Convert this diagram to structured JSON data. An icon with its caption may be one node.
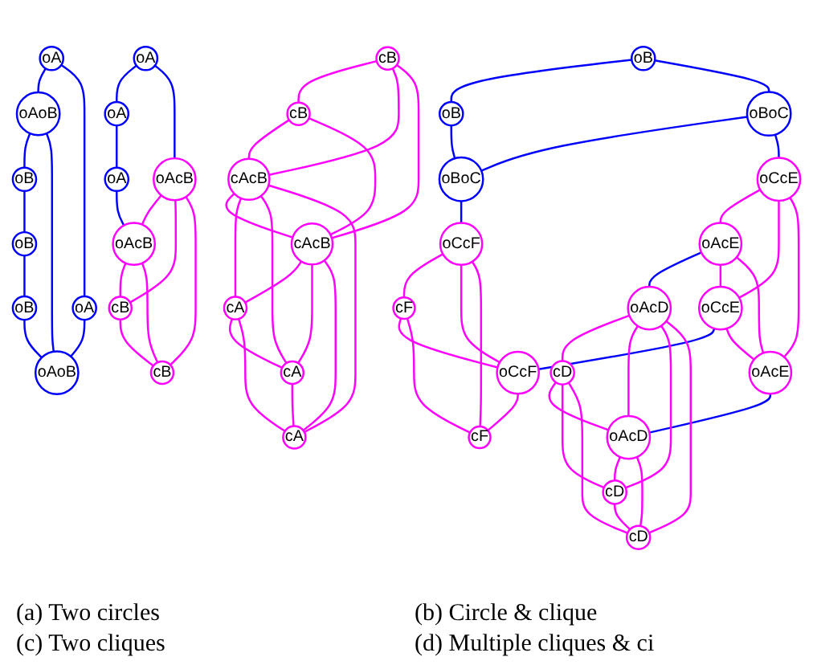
{
  "diagram": {
    "nodes": [
      {
        "text": [
          "oA"
        ]
      },
      {
        "text": [
          "oAoB"
        ]
      },
      {
        "text": [
          "oA"
        ]
      },
      {
        "text": [
          "oB"
        ]
      },
      {
        "text": [
          "oAoB"
        ]
      },
      {
        "text": [
          "oB"
        ]
      },
      {
        "text": [
          "oB"
        ]
      },
      {
        "text": [
          "oA"
        ]
      },
      {
        "text": [
          "oA"
        ]
      },
      {
        "text": [
          "oA"
        ]
      },
      {
        "text": [
          "oAcB"
        ]
      },
      {
        "text": [
          "oAcB"
        ]
      },
      {
        "text": [
          "cB"
        ]
      },
      {
        "text": [
          "cB"
        ]
      },
      {
        "text": [
          "cB"
        ]
      },
      {
        "text": [
          "cB"
        ]
      },
      {
        "text": [
          "cAcB"
        ]
      },
      {
        "text": [
          "cAcB"
        ]
      },
      {
        "text": [
          "cA"
        ]
      },
      {
        "text": [
          "cA"
        ]
      },
      {
        "text": [
          "cA"
        ]
      },
      {
        "text": [
          "oB"
        ]
      },
      {
        "text": [
          "oB"
        ]
      },
      {
        "text": [
          "oBoC"
        ]
      },
      {
        "text": [
          "oBoC"
        ]
      },
      {
        "text": [
          "oCcF"
        ]
      },
      {
        "text": [
          "oCcE"
        ]
      },
      {
        "text": [
          "cF"
        ]
      },
      {
        "text": [
          "oAcE"
        ]
      },
      {
        "text": [
          "oCcE"
        ]
      },
      {
        "text": [
          "oCcF"
        ]
      },
      {
        "text": [
          "cF"
        ]
      },
      {
        "text": [
          "oAcD"
        ]
      },
      {
        "text": [
          "cD"
        ]
      },
      {
        "text": [
          "oAcE"
        ]
      },
      {
        "text": [
          "oAcD"
        ]
      },
      {
        "text": [
          "cD"
        ]
      },
      {
        "text": [
          "cD"
        ]
      }
    ],
    "edges": [
      {
        "from": 0,
        "to": 1,
        "arrow": "none",
        "color": "#0000ff"
      },
      {
        "from": 0,
        "to": 2,
        "arrow": "none",
        "color": "#0000ff"
      },
      {
        "from": 1,
        "to": 3,
        "arrow": "none",
        "color": "#0000ff"
      },
      {
        "from": 1,
        "to": 4,
        "arrow": "none",
        "color": "#0000ff"
      },
      {
        "from": 2,
        "to": 4,
        "arrow": "none",
        "color": "#0000ff"
      },
      {
        "from": 3,
        "to": 5,
        "arrow": "none",
        "color": "#0000ff"
      },
      {
        "from": 5,
        "to": 6,
        "arrow": "none",
        "color": "#0000ff"
      },
      {
        "from": 6,
        "to": 4,
        "arrow": "none",
        "color": "#0000ff"
      },
      {
        "from": 7,
        "to": 8,
        "arrow": "none",
        "color": "#0000ff"
      },
      {
        "from": 8,
        "to": 9,
        "arrow": "none",
        "color": "#0000ff"
      },
      {
        "from": 7,
        "to": 10,
        "arrow": "none",
        "color": "#0000ff"
      },
      {
        "from": 9,
        "to": 11,
        "arrow": "none",
        "color": "#0000ff"
      },
      {
        "from": 10,
        "to": 11,
        "arrow": "none"
      },
      {
        "from": 10,
        "to": 12,
        "arrow": "none"
      },
      {
        "from": 10,
        "to": 13,
        "arrow": "none"
      },
      {
        "from": 11,
        "to": 12,
        "arrow": "none"
      },
      {
        "from": 11,
        "to": 13,
        "arrow": "none"
      },
      {
        "from": 12,
        "to": 13,
        "arrow": "none"
      },
      {
        "from": 14,
        "to": 15,
        "arrow": "none"
      },
      {
        "from": 14,
        "to": 16,
        "arrow": "none"
      },
      {
        "from": 14,
        "to": 17,
        "arrow": "none"
      },
      {
        "from": 15,
        "to": 16,
        "arrow": "none"
      },
      {
        "from": 15,
        "to": 17,
        "arrow": "none"
      },
      {
        "from": 16,
        "to": 17,
        "arrow": "none"
      },
      {
        "from": 16,
        "to": 18,
        "arrow": "none"
      },
      {
        "from": 16,
        "to": 19,
        "arrow": "none"
      },
      {
        "from": 16,
        "to": 20,
        "arrow": "none"
      },
      {
        "from": 17,
        "to": 18,
        "arrow": "none"
      },
      {
        "from": 17,
        "to": 19,
        "arrow": "none"
      },
      {
        "from": 17,
        "to": 20,
        "arrow": "none"
      },
      {
        "from": 18,
        "to": 19,
        "arrow": "none"
      },
      {
        "from": 18,
        "to": 20,
        "arrow": "none"
      },
      {
        "from": 19,
        "to": 20,
        "arrow": "none"
      },
      {
        "from": 21,
        "to": 22,
        "arrow": "none",
        "color": "#0000ff"
      },
      {
        "from": 21,
        "to": 23,
        "arrow": "none",
        "color": "#0000ff"
      },
      {
        "from": 22,
        "to": 24,
        "arrow": "none",
        "color": "#0000ff"
      },
      {
        "from": 23,
        "to": 24,
        "arrow": "none",
        "color": "#0000ff"
      },
      {
        "from": 23,
        "to": 26,
        "arrow": "none",
        "color": "#0000ff"
      },
      {
        "from": 24,
        "to": 25,
        "arrow": "none",
        "color": "#0000ff"
      },
      {
        "from": 29,
        "to": 30,
        "arrow": "none",
        "color": "#0000ff"
      },
      {
        "from": 28,
        "to": 32,
        "arrow": "none",
        "color": "#0000ff"
      },
      {
        "from": 34,
        "to": 35,
        "arrow": "none",
        "color": "#0000ff"
      },
      {
        "from": 26,
        "to": 28,
        "arrow": "none"
      },
      {
        "from": 26,
        "to": 29,
        "arrow": "none"
      },
      {
        "from": 26,
        "to": 34,
        "arrow": "none"
      },
      {
        "from": 28,
        "to": 29,
        "arrow": "none"
      },
      {
        "from": 28,
        "to": 34,
        "arrow": "none"
      },
      {
        "from": 29,
        "to": 34,
        "arrow": "none"
      },
      {
        "from": 25,
        "to": 27,
        "arrow": "none"
      },
      {
        "from": 25,
        "to": 30,
        "arrow": "none"
      },
      {
        "from": 25,
        "to": 31,
        "arrow": "none"
      },
      {
        "from": 27,
        "to": 30,
        "arrow": "none"
      },
      {
        "from": 27,
        "to": 31,
        "arrow": "none"
      },
      {
        "from": 30,
        "to": 31,
        "arrow": "none"
      },
      {
        "from": 32,
        "to": 33,
        "arrow": "none"
      },
      {
        "from": 32,
        "to": 35,
        "arrow": "none"
      },
      {
        "from": 32,
        "to": 36,
        "arrow": "none"
      },
      {
        "from": 32,
        "to": 37,
        "arrow": "none"
      },
      {
        "from": 33,
        "to": 35,
        "arrow": "none"
      },
      {
        "from": 33,
        "to": 36,
        "arrow": "none"
      },
      {
        "from": 33,
        "to": 37,
        "arrow": "none"
      },
      {
        "from": 35,
        "to": 36,
        "arrow": "none"
      },
      {
        "from": 35,
        "to": 37,
        "arrow": "none"
      },
      {
        "from": 36,
        "to": 37,
        "arrow": "none"
      }
    ],
    "labels": [
      "(a) Two circles",
      "(b) Circle & clique",
      "(c) Two cliques",
      "(d) Multiple cliques & ci"
    ]
  }
}
